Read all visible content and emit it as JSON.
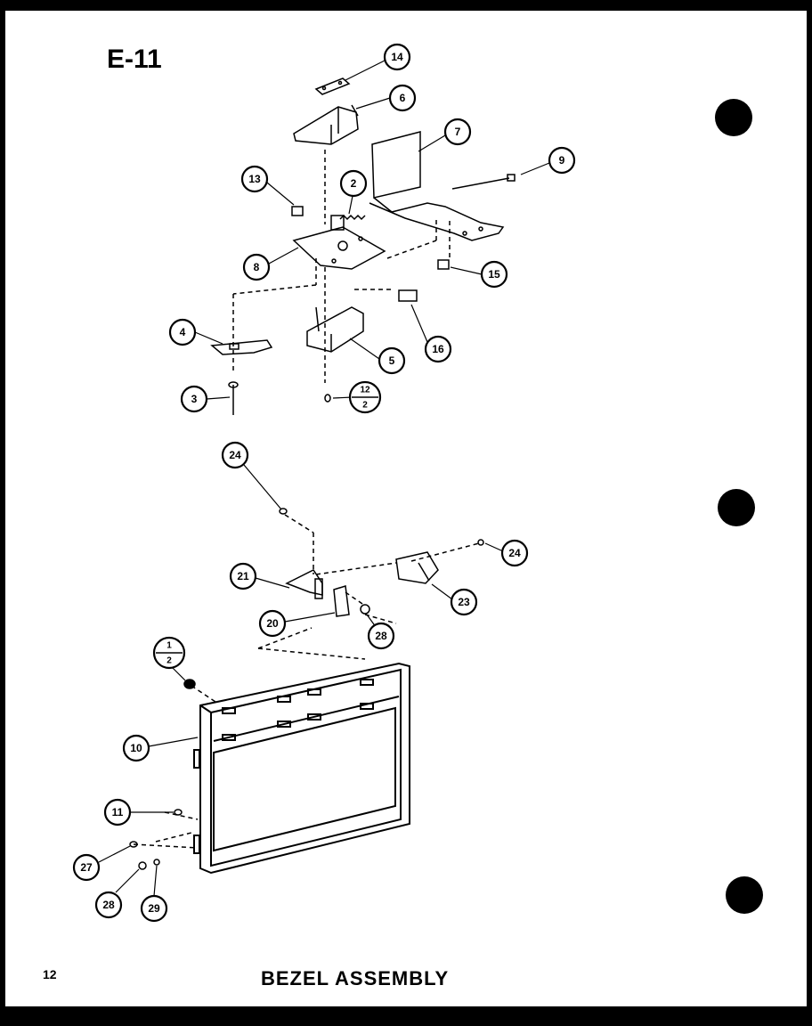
{
  "page": {
    "code": "E-11",
    "page_number": "12",
    "caption": "BEZEL ASSEMBLY"
  },
  "callouts": {
    "c14": "14",
    "c6": "6",
    "c7": "7",
    "c9": "9",
    "c13": "13",
    "c2": "2",
    "c8": "8",
    "c15": "15",
    "c4": "4",
    "c5": "5",
    "c16": "16",
    "c3": "3",
    "c12_top": "12",
    "c12_bottom": "2",
    "c24a": "24",
    "c24b": "24",
    "c21": "21",
    "c23": "23",
    "c20": "20",
    "c28a": "28",
    "c1_top": "1",
    "c1_bottom": "2",
    "c10": "10",
    "c11": "11",
    "c27": "27",
    "c28b": "28",
    "c29": "29"
  }
}
